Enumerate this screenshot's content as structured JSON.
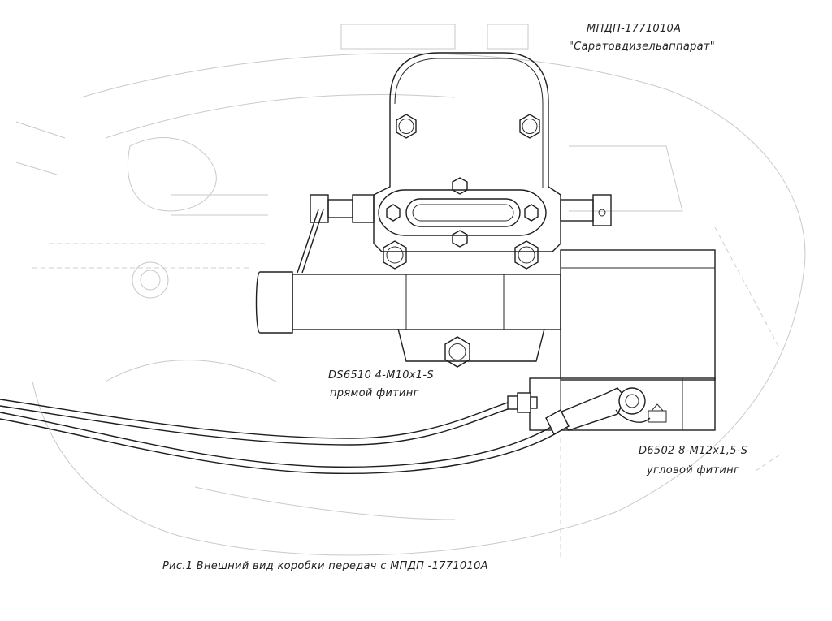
{
  "labels": {
    "unit_code": "МПДП-1771010А",
    "manufacturer": "\"Саратовдизельаппарат\"",
    "straight_fitting_code": "DS6510 4-M10x1-S",
    "straight_fitting_name": "прямой фитинг",
    "angle_fitting_code": "D6502 8-M12x1,5-S",
    "angle_fitting_name": "угловой фитинг",
    "caption": "Рис.1  Внешний вид  коробки передач с МПДП -1771010А"
  }
}
